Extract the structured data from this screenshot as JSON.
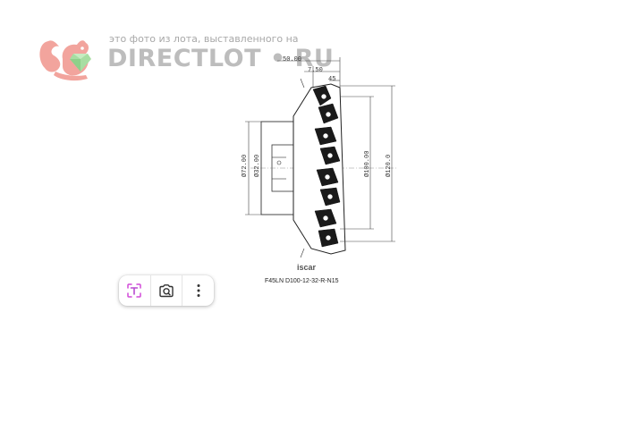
{
  "watermark": {
    "caption": "это фото из лота, выставленного на",
    "brand": "DIRECTLOT • RU",
    "colors": {
      "squirrel": "#f2a49d",
      "gem": "#a7dea2",
      "text": "#bdbdbd"
    }
  },
  "drawing": {
    "dimensions": {
      "top_overall": "50.00",
      "top_mid": "7.50",
      "angle": "45",
      "dia_left_outer": "Ø72.00",
      "dia_left_inner": "Ø32.00",
      "dia_right_inner": "Ø100.00",
      "dia_right_outer": "Ø120.0"
    },
    "logo_text": "iscar",
    "part_number": "F45LN D100-12-32-R-N15"
  },
  "toolbar": {
    "buttons": [
      {
        "icon": "text-select-icon"
      },
      {
        "icon": "camera-search-icon"
      },
      {
        "icon": "more-vertical-icon"
      }
    ],
    "accent": "#d24ad8"
  }
}
